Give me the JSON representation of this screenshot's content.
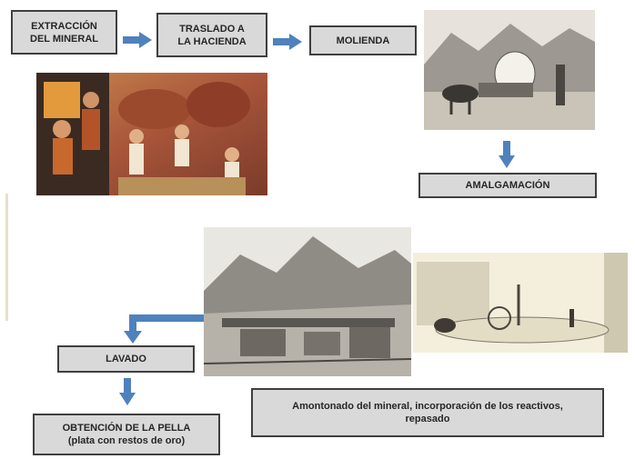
{
  "steps": {
    "extraction": "EXTRACCIÓN\nDEL MINERAL",
    "transfer": "TRASLADO A\nLA HACIENDA",
    "milling": "MOLIENDA",
    "amalgamation": "AMALGAMACIÓN",
    "washing": "LAVADO",
    "pella": "OBTENCIÓN DE LA PELLA\n(plata con restos de oro)",
    "heaping": "Amontonado del mineral, incorporación de los reactivos,\nrepasado"
  },
  "colors": {
    "box_fill": "#d9d9d9",
    "box_border": "#3f3f3f",
    "arrow": "#4f81bd"
  },
  "images": {
    "mine_scene": "illustrated-miners-painting",
    "mill_scene": "engraving-ox-cart-mill",
    "hacienda_scene": "engraving-hacienda-valley",
    "patio_scene": "sketch-patio-mill"
  }
}
